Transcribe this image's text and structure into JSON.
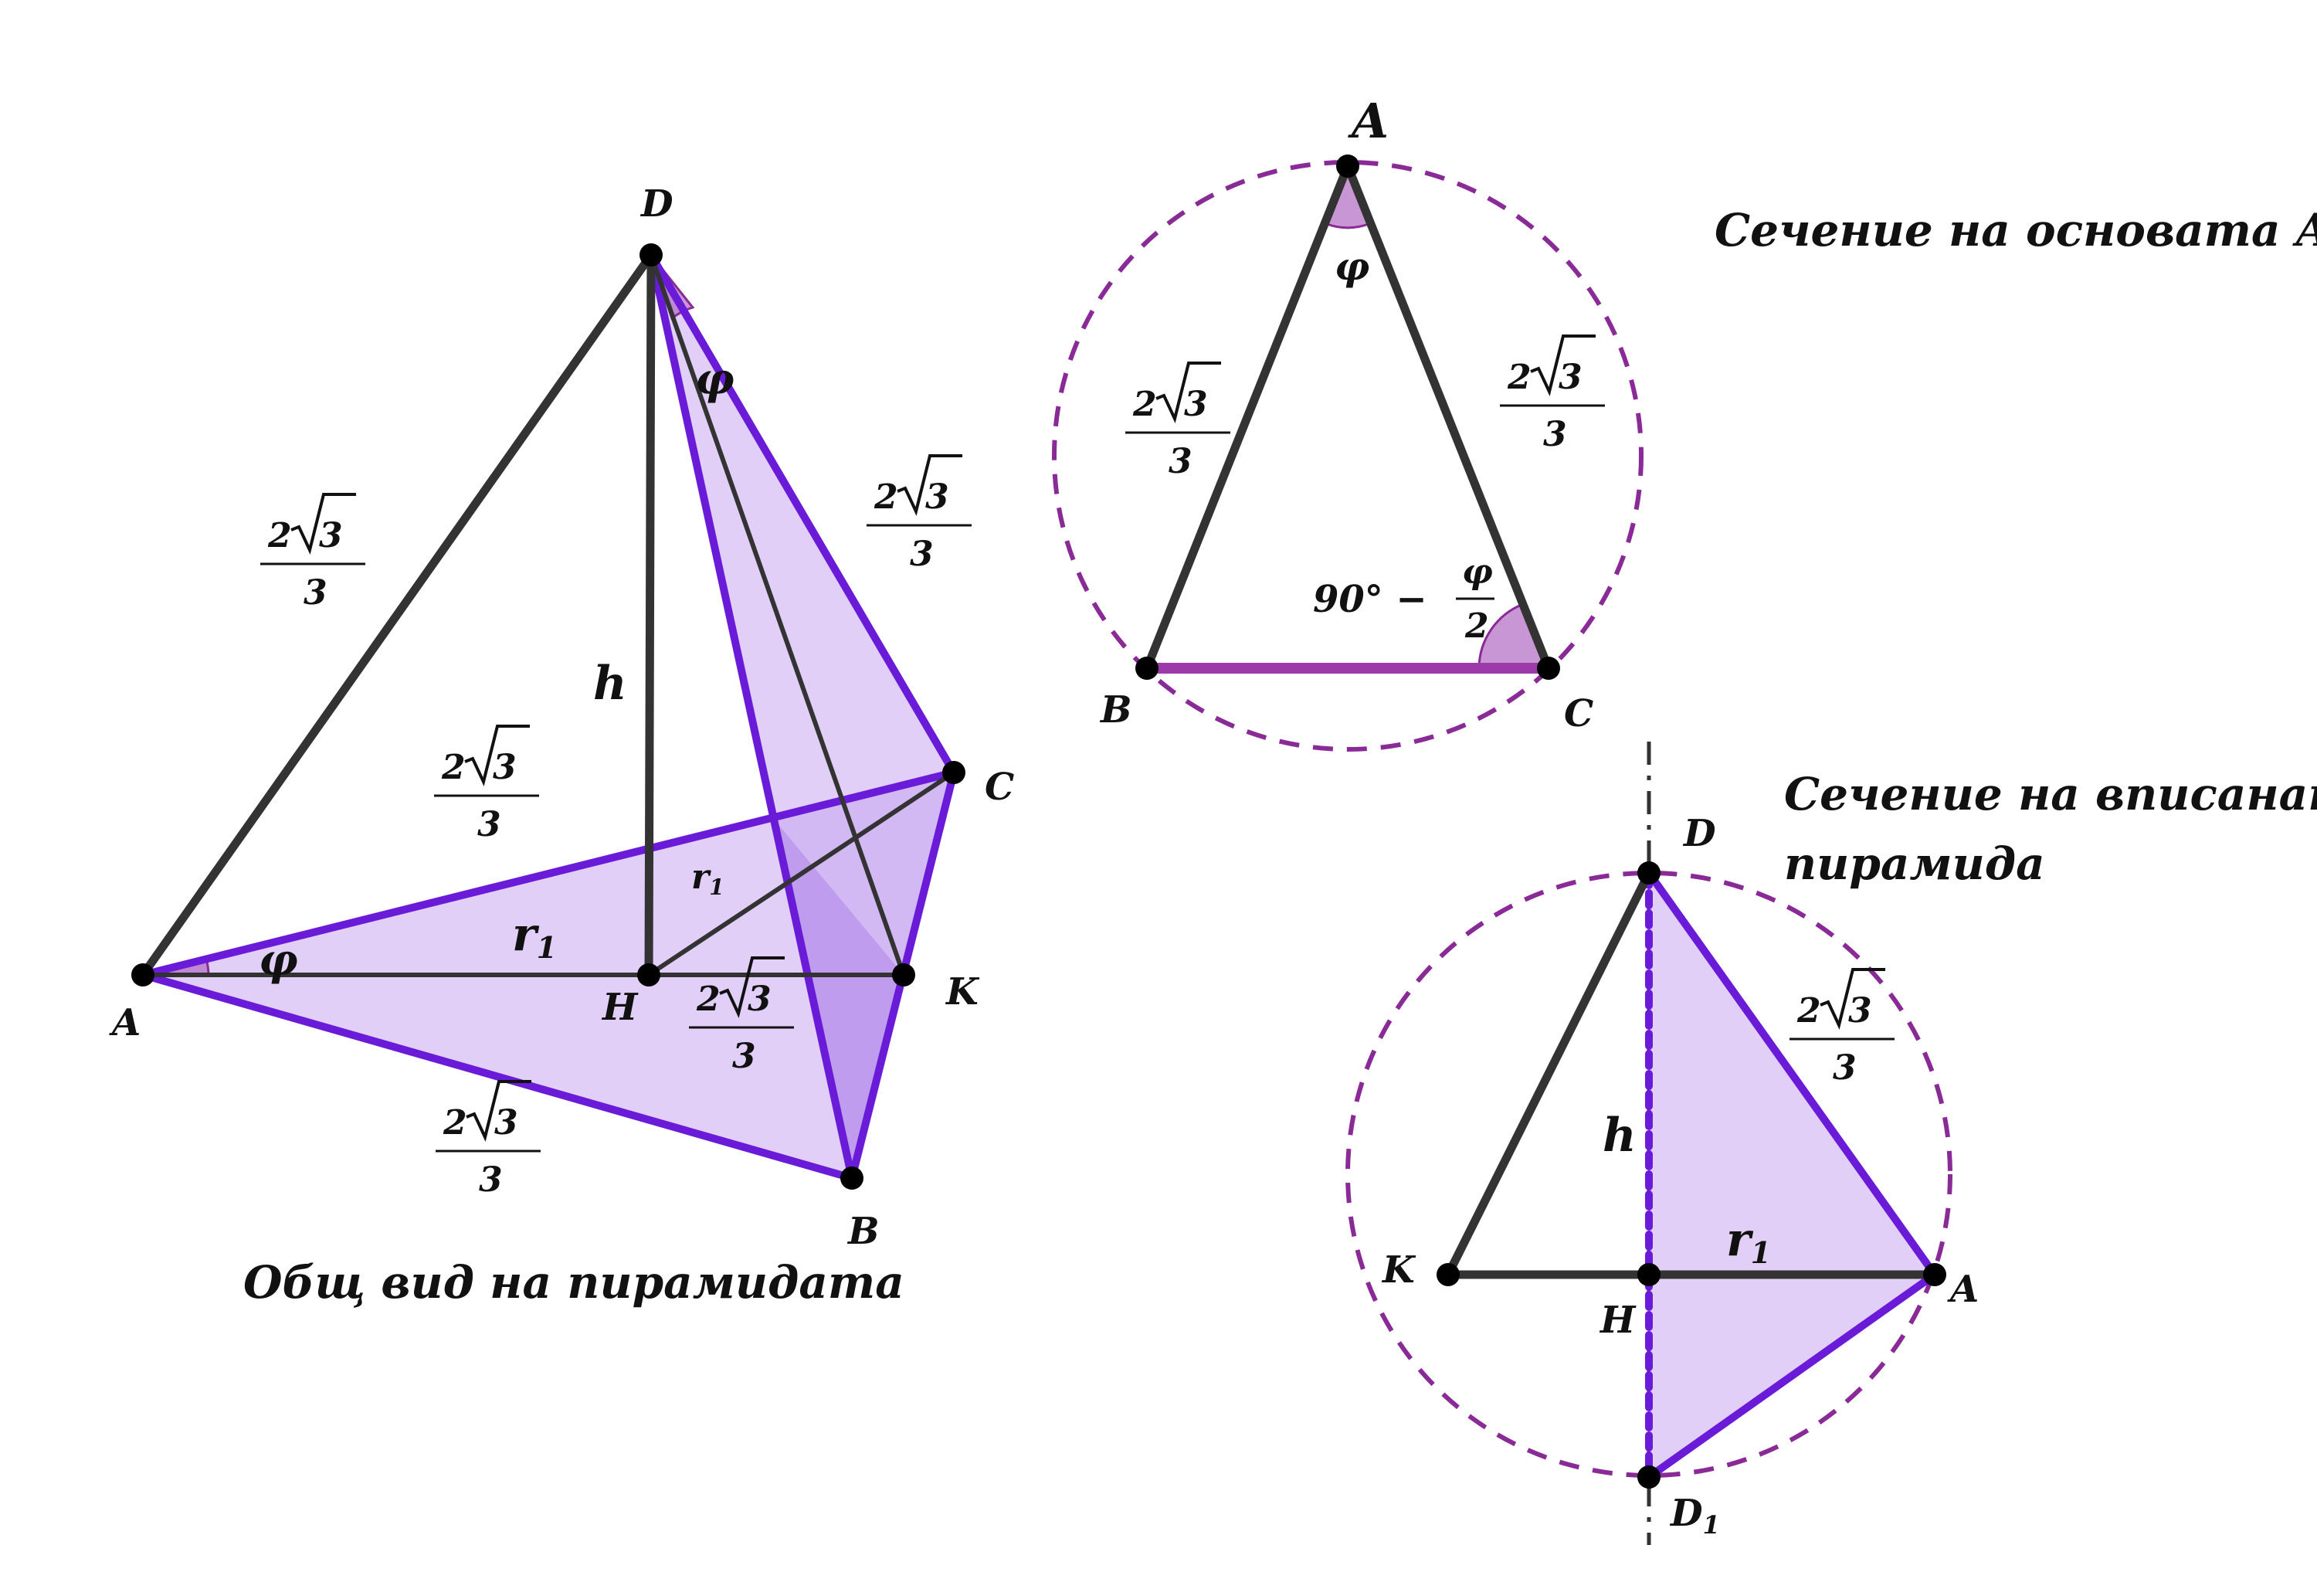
{
  "captions": {
    "general": "Общ вид на пирамидата",
    "base_section": "Сечение на основата ABC",
    "inscribed_line1": "Сечение на вписаната",
    "inscribed_line2": "пирамида"
  },
  "edge_length": {
    "numerator": "2",
    "radical": "3",
    "denominator": "3"
  },
  "angle_label": "φ",
  "base_angle_label": {
    "text": "90° −",
    "frac_num": "φ",
    "frac_den": "2"
  },
  "height_label": "h",
  "radius_label": {
    "base": "r",
    "sub": "1"
  },
  "points": {
    "A": "A",
    "B": "B",
    "C": "C",
    "D": "D",
    "H": "H",
    "K": "K",
    "D1": {
      "base": "D",
      "sub": "1"
    }
  },
  "colors": {
    "edge": "#333333",
    "violet_edge": "#6a1bd8",
    "face_fill": "#c9a8f0",
    "circle_dash": "#8a2a96",
    "angle_fill": "#b06ac2"
  }
}
